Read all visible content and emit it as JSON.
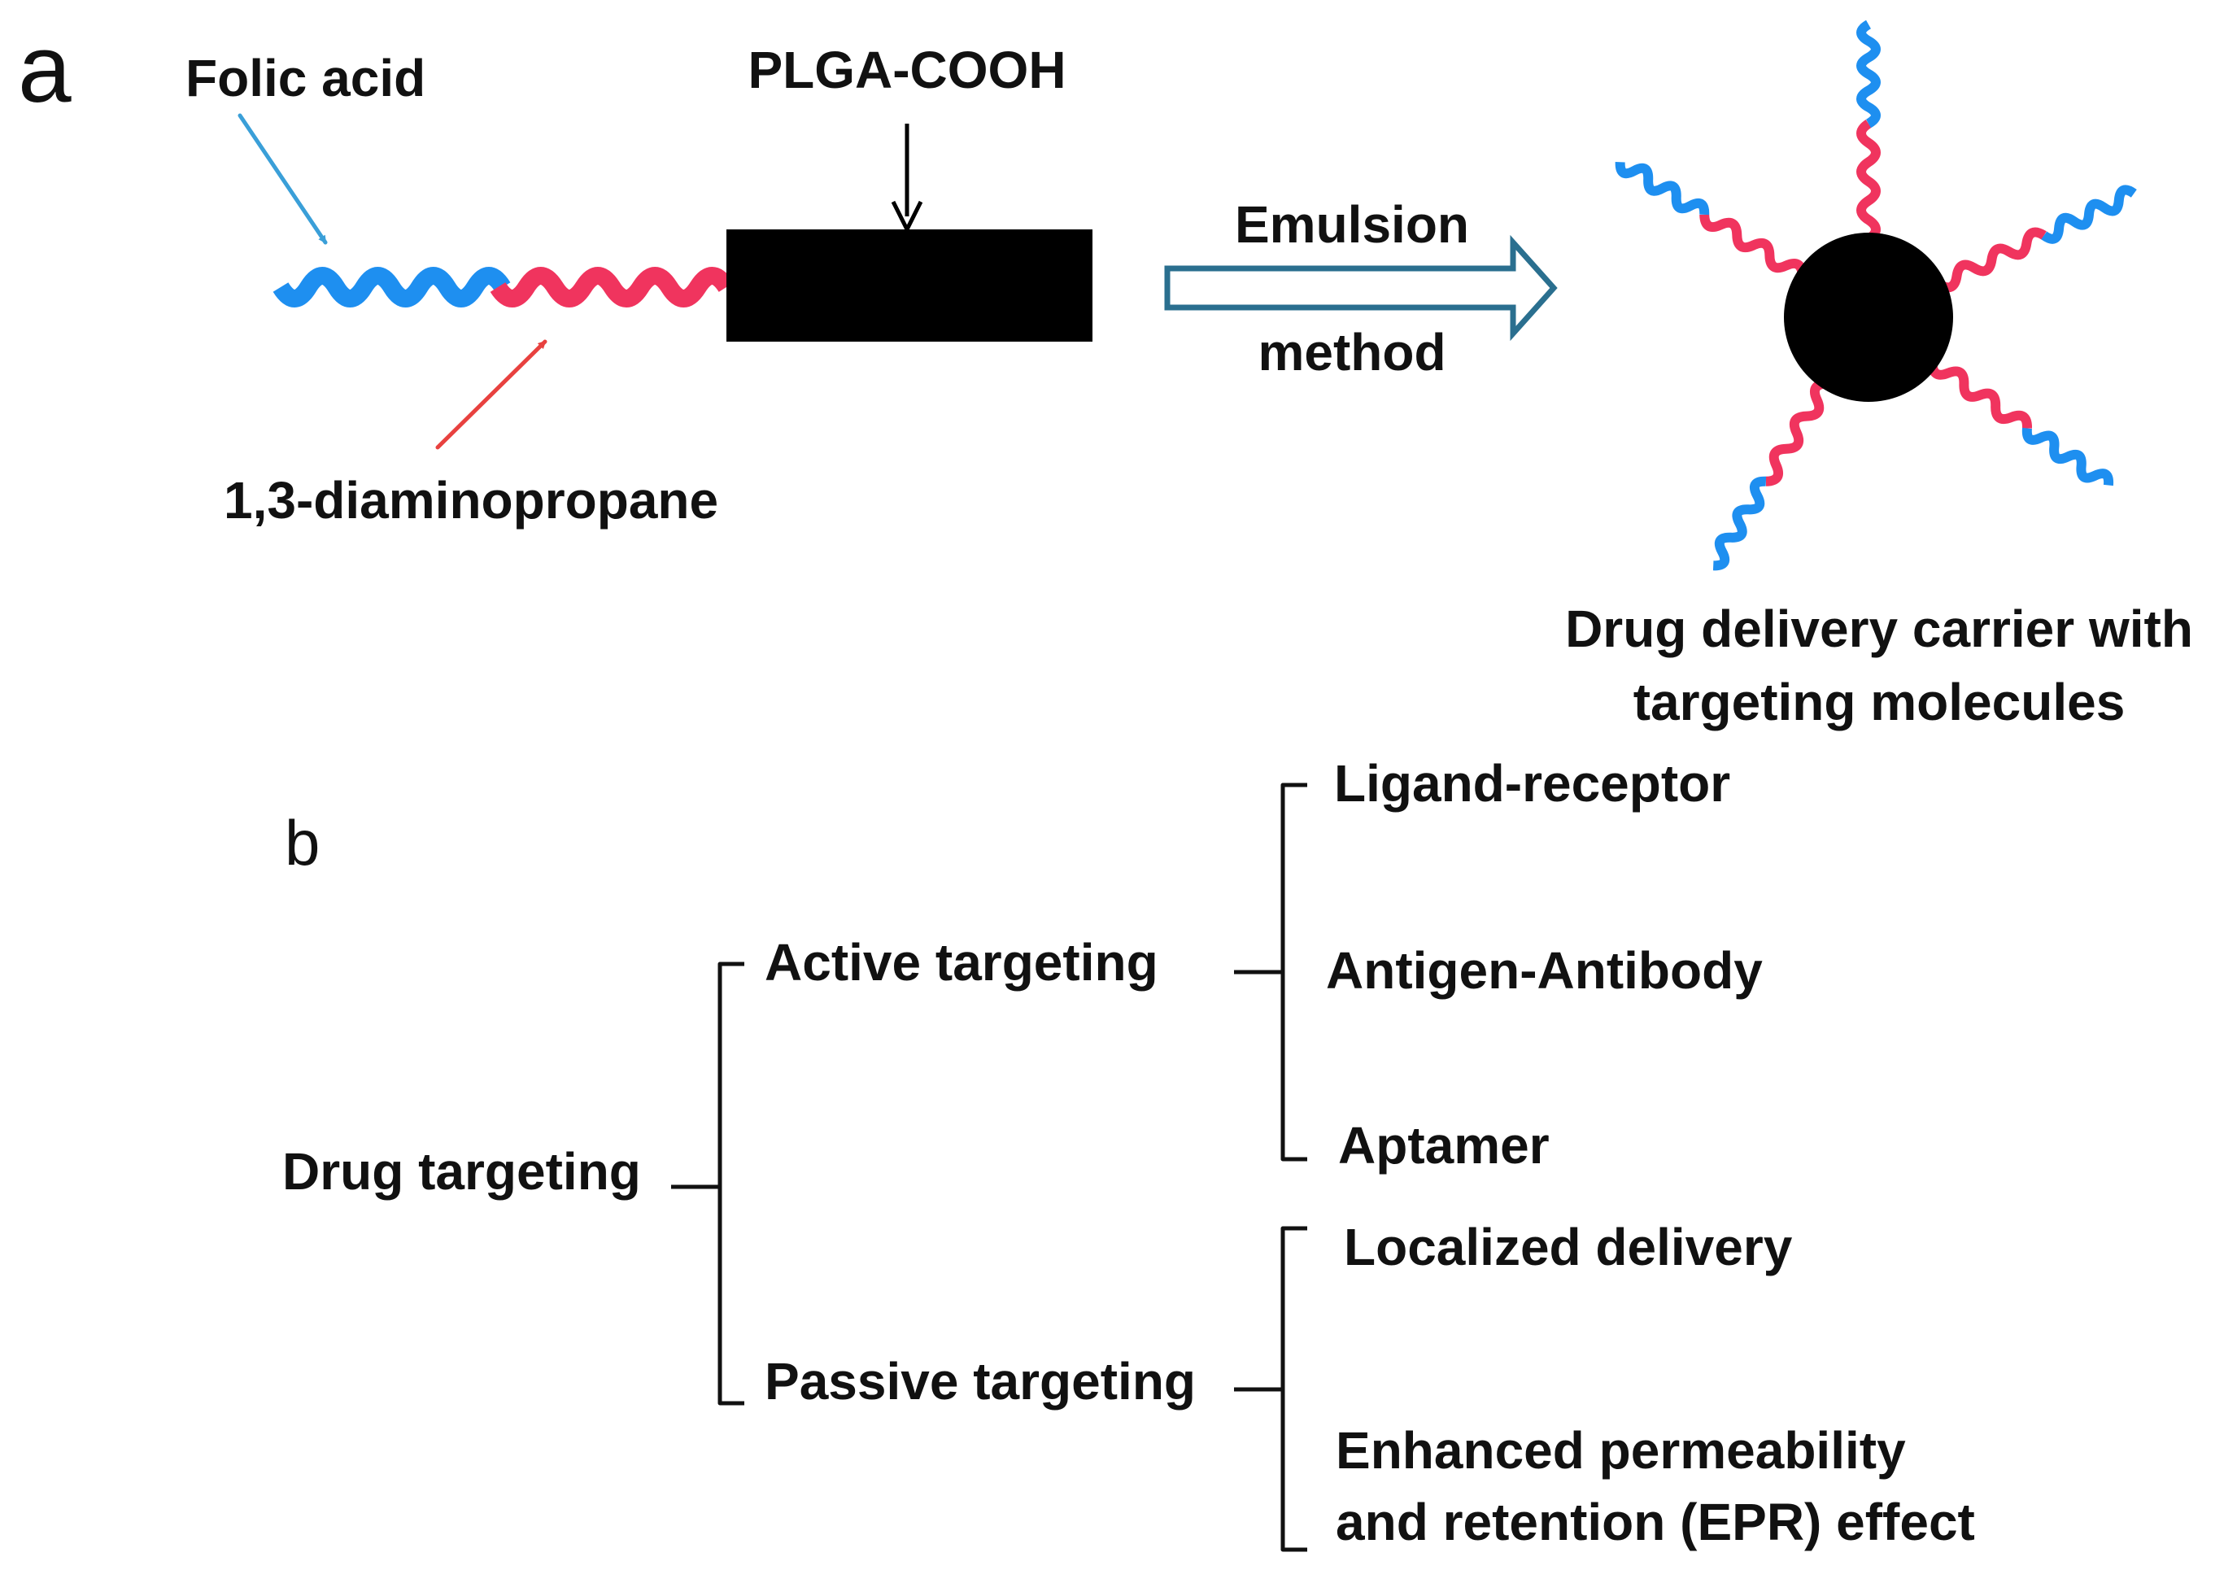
{
  "panel_a": {
    "letter": "a",
    "label_folic_acid": "Folic acid",
    "label_plga": "PLGA-COOH",
    "label_diaminopropane": "1,3-diaminopropane",
    "arrow_label_top": "Emulsion",
    "arrow_label_bottom": "method",
    "carrier_caption_line1": "Drug delivery carrier with",
    "carrier_caption_line2": "targeting molecules"
  },
  "panel_b": {
    "letter": "b",
    "root": "Drug targeting",
    "active": {
      "label": "Active targeting",
      "children": [
        "Ligand-receptor",
        "Antigen-Antibody",
        "Aptamer"
      ]
    },
    "passive": {
      "label": "Passive targeting",
      "children": [
        "Localized delivery",
        "Enhanced permeability",
        "and retention (EPR) effect"
      ]
    }
  },
  "colors": {
    "folic_acid": "#1e8ff0",
    "diaminopropane": "#f0345e",
    "plga": "#000000",
    "emulsion_arrow": "#2a6f8f",
    "folic_pointer": "#3a9fd8",
    "diamine_pointer": "#e8413f"
  },
  "icons": {
    "plga_block": "black-rectangle",
    "nanoparticle": "black-circle",
    "process_arrow": "hollow-right-arrow"
  }
}
